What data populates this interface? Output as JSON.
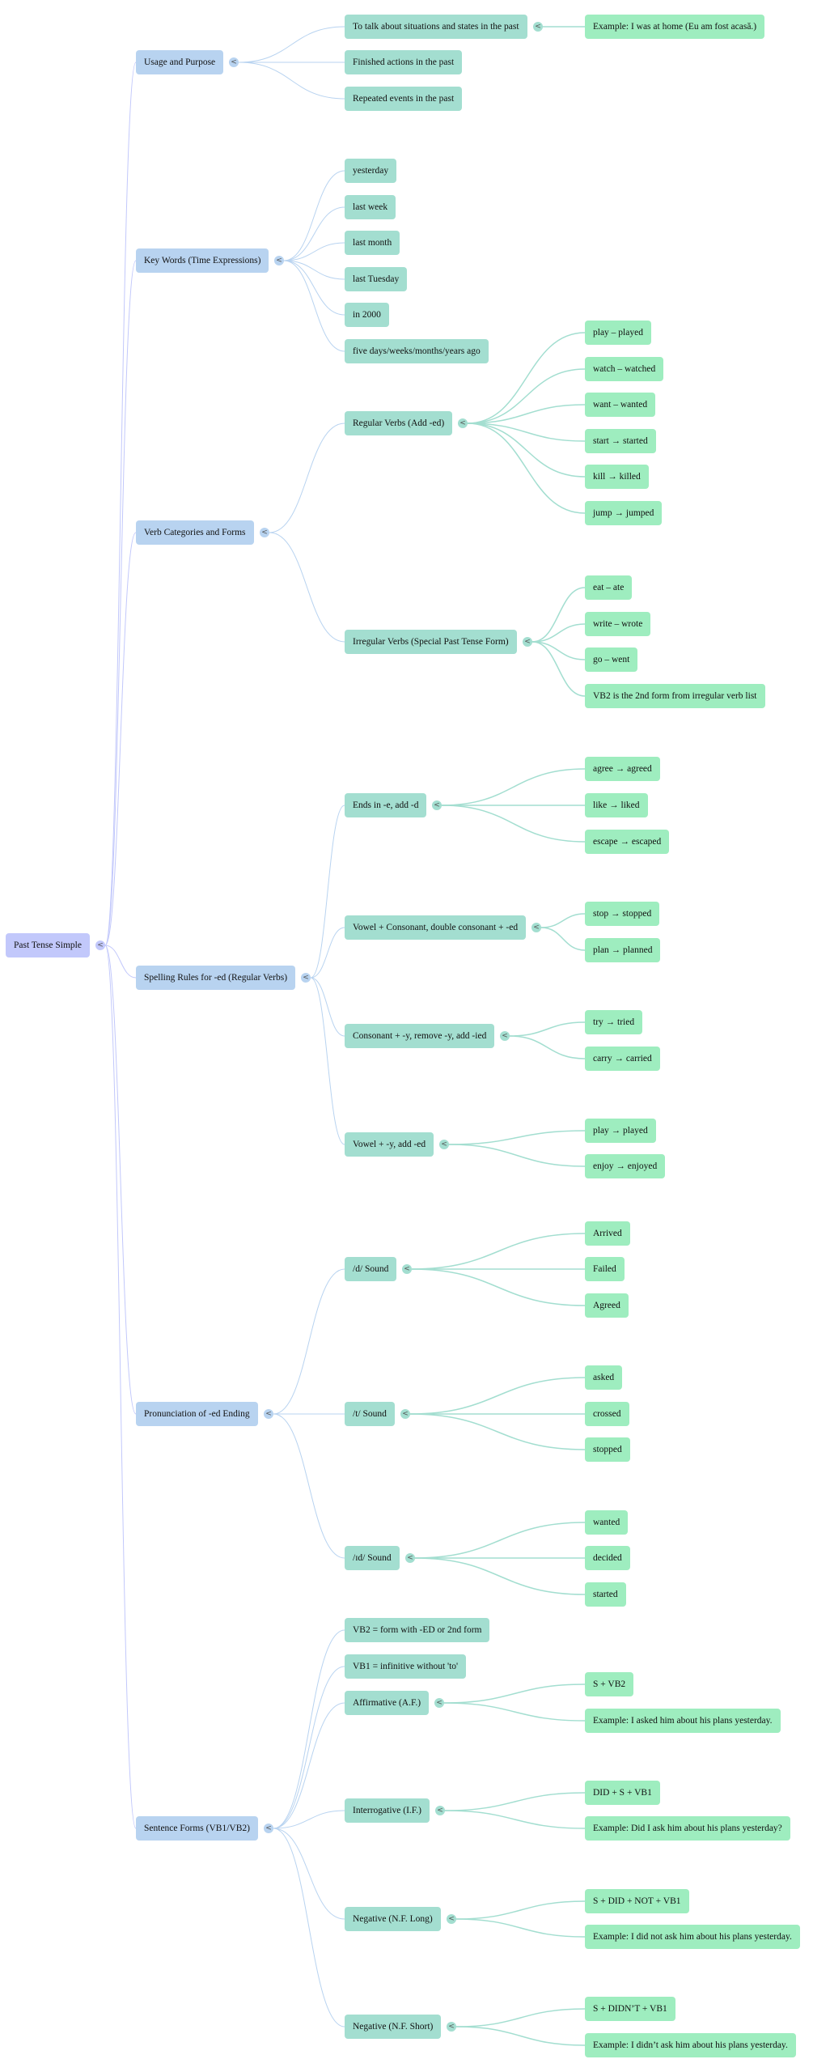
{
  "title": "Past Tense Simple",
  "colors": {
    "root": "#c2c8fb",
    "level1": "#b8d3f0",
    "level2": "#a3ded0",
    "level3": "#9eedbf",
    "link_root": "#c2c8fb",
    "link_level1": "#b8d3f0",
    "link_level2": "#a3ded0"
  },
  "toggle_glyph": "<",
  "tree": {
    "label": "Past Tense Simple",
    "children": [
      {
        "label": "Usage and Purpose",
        "children": [
          {
            "label": "To talk about situations and states in the past",
            "children": [
              {
                "label": "Example: I was at home (Eu am fost acasă.)"
              }
            ]
          },
          {
            "label": "Finished actions in the past"
          },
          {
            "label": "Repeated events in the past"
          }
        ]
      },
      {
        "label": "Key Words (Time Expressions)",
        "children": [
          {
            "label": "yesterday"
          },
          {
            "label": "last week"
          },
          {
            "label": "last month"
          },
          {
            "label": "last Tuesday"
          },
          {
            "label": "in 2000"
          },
          {
            "label": "five days/weeks/months/years ago"
          }
        ]
      },
      {
        "label": "Verb Categories and Forms",
        "children": [
          {
            "label": "Regular Verbs (Add -ed)",
            "children": [
              {
                "label": "play – played"
              },
              {
                "label": "watch – watched"
              },
              {
                "label": "want – wanted"
              },
              {
                "label": "start → started"
              },
              {
                "label": "kill → killed"
              },
              {
                "label": "jump → jumped"
              }
            ]
          },
          {
            "label": "Irregular Verbs (Special Past Tense Form)",
            "children": [
              {
                "label": "eat – ate"
              },
              {
                "label": "write – wrote"
              },
              {
                "label": "go – went"
              },
              {
                "label": "VB2 is the 2nd form from irregular verb list"
              }
            ]
          }
        ]
      },
      {
        "label": "Spelling Rules for -ed (Regular Verbs)",
        "children": [
          {
            "label": "Ends in -e, add -d",
            "children": [
              {
                "label": "agree → agreed"
              },
              {
                "label": "like → liked"
              },
              {
                "label": "escape → escaped"
              }
            ]
          },
          {
            "label": "Vowel + Consonant, double consonant + -ed",
            "children": [
              {
                "label": "stop → stopped"
              },
              {
                "label": "plan → planned"
              }
            ]
          },
          {
            "label": "Consonant + -y, remove -y, add -ied",
            "children": [
              {
                "label": "try → tried"
              },
              {
                "label": "carry → carried"
              }
            ]
          },
          {
            "label": "Vowel + -y, add -ed",
            "children": [
              {
                "label": "play → played"
              },
              {
                "label": "enjoy → enjoyed"
              }
            ]
          }
        ]
      },
      {
        "label": "Pronunciation of -ed Ending",
        "children": [
          {
            "label": "/d/ Sound",
            "children": [
              {
                "label": "Arrived"
              },
              {
                "label": "Failed"
              },
              {
                "label": "Agreed"
              }
            ]
          },
          {
            "label": "/t/ Sound",
            "children": [
              {
                "label": "asked"
              },
              {
                "label": "crossed"
              },
              {
                "label": "stopped"
              }
            ]
          },
          {
            "label": "/ɪd/ Sound",
            "children": [
              {
                "label": "wanted"
              },
              {
                "label": "decided"
              },
              {
                "label": "started"
              }
            ]
          }
        ]
      },
      {
        "label": "Sentence Forms (VB1/VB2)",
        "children": [
          {
            "label": "VB2 = form with -ED or 2nd form"
          },
          {
            "label": "VB1 = infinitive without 'to'"
          },
          {
            "label": "Affirmative (A.F.)",
            "children": [
              {
                "label": "S + VB2"
              },
              {
                "label": "Example: I asked him about his plans yesterday."
              }
            ]
          },
          {
            "label": "Interrogative (I.F.)",
            "children": [
              {
                "label": "DID + S + VB1"
              },
              {
                "label": "Example: Did I ask him about his plans yesterday?"
              }
            ]
          },
          {
            "label": "Negative (N.F. Long)",
            "children": [
              {
                "label": "S + DID + NOT + VB1"
              },
              {
                "label": "Example: I did not ask him about his plans yesterday."
              }
            ]
          },
          {
            "label": "Negative (N.F. Short)",
            "children": [
              {
                "label": "S + DIDN’T + VB1"
              },
              {
                "label": "Example: I didn’t ask him about his plans yesterday."
              }
            ]
          }
        ]
      }
    ]
  }
}
